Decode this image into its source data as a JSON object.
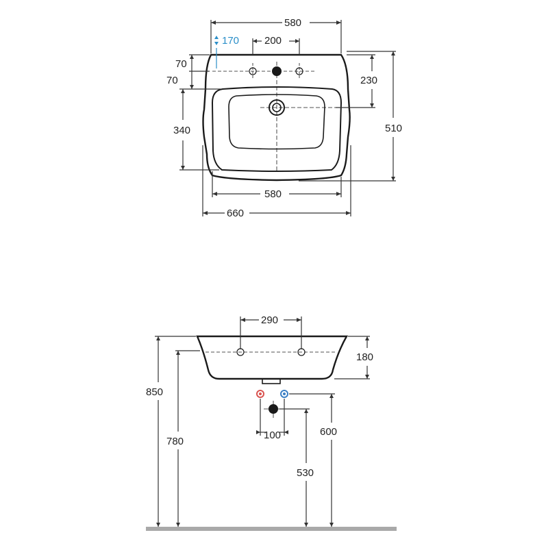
{
  "top_view": {
    "width_top": "580",
    "tap_offset": "170",
    "tap_spacing": "200",
    "dim_70_a": "70",
    "dim_70_b": "70",
    "bowl_depth": "340",
    "rim_to_waste": "230",
    "depth": "510",
    "bowl_width": "580",
    "overall_width": "660"
  },
  "side_view": {
    "tap_spacing": "290",
    "height_basin": "180",
    "rim_height": "850",
    "underside_height": "780",
    "supply_spacing": "100",
    "supply_height": "600",
    "waste_height": "530"
  },
  "colors": {
    "line": "#1a1a1a",
    "dim_line": "#333333",
    "blue_accent": "#2b8fc9",
    "hot_valve": "#d9534f",
    "cold_valve": "#3b7fc4",
    "floor": "#a9a9a9"
  }
}
